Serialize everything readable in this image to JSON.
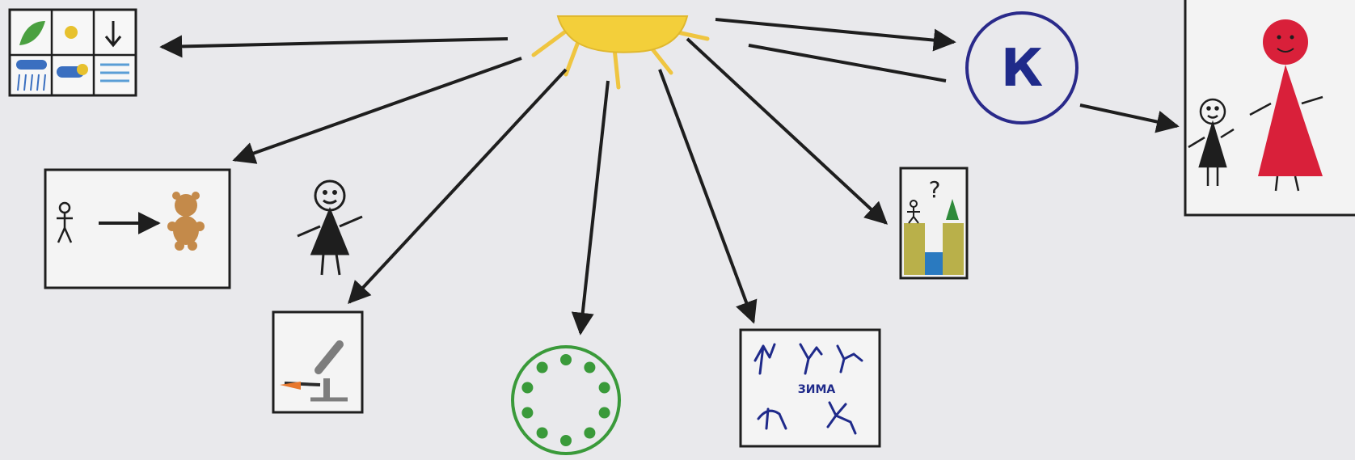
{
  "diagram": {
    "hub": {
      "icon": "sun-icon"
    },
    "nodes": [
      {
        "id": "weather-grid",
        "icon": "weather-symbols-grid-icon"
      },
      {
        "id": "child-to-toy",
        "icon": "child-arrow-teddy-bear-icon"
      },
      {
        "id": "child-figure",
        "icon": "stick-figure-girl-icon"
      },
      {
        "id": "microscope",
        "icon": "microscope-icon"
      },
      {
        "id": "circle-dots",
        "icon": "circle-of-dots-icon"
      },
      {
        "id": "winter-card",
        "icon": "bare-branches-icon",
        "label": "ЗИМА"
      },
      {
        "id": "riddle-card",
        "icon": "person-question-river-icon",
        "label": "?"
      },
      {
        "id": "letter-k",
        "icon": "letter-circle-icon",
        "label": "К"
      },
      {
        "id": "adult-child",
        "icon": "adult-and-child-figures-icon"
      }
    ]
  },
  "colors": {
    "paper": "#e9e9ec",
    "ink": "#1e1e1e",
    "sun": "#f3cf3a",
    "sun_ray": "#efc540",
    "letter_circle": "#2a2a8a",
    "adult_figure": "#d9203a",
    "dot_circle": "#3a9a3a",
    "branches": "#1f2a8a"
  }
}
